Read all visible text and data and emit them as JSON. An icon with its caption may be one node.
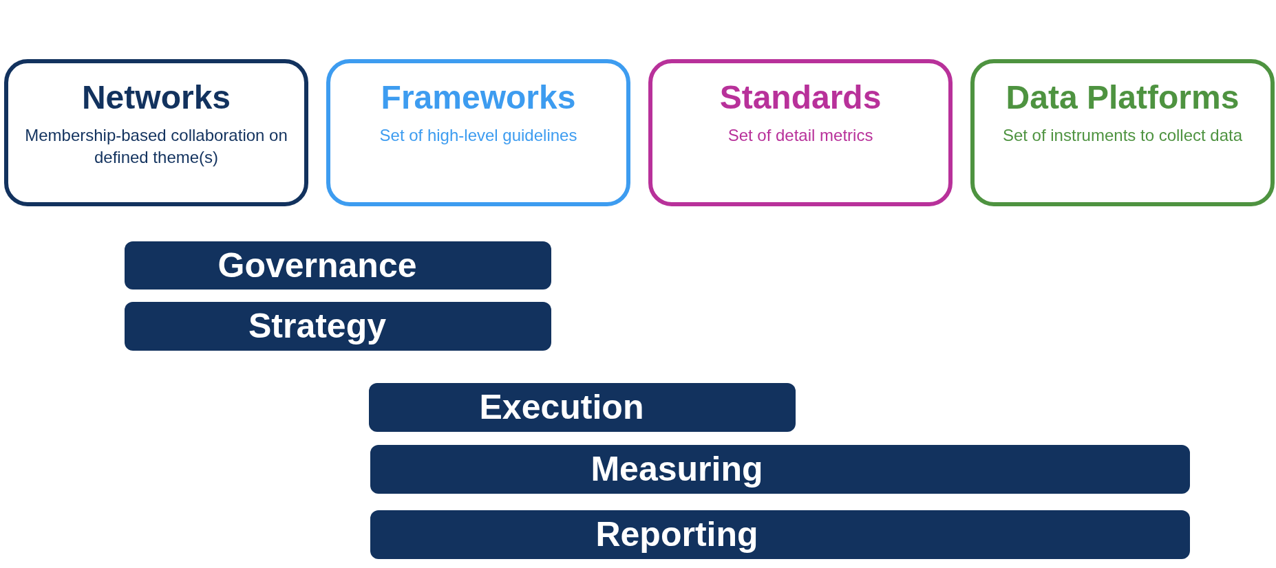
{
  "diagram": {
    "nodes": [
      {
        "text": [
          "Networks",
          "Membership-based collaboration on defined theme(s)"
        ]
      },
      {
        "text": [
          "Frameworks",
          "Set of high-level guidelines"
        ]
      },
      {
        "text": [
          "Standards",
          "Set of detail metrics"
        ]
      },
      {
        "text": [
          "Data Platforms",
          "Set of instruments to collect data"
        ]
      },
      {
        "text": [
          "Governance"
        ]
      },
      {
        "text": [
          "Strategy"
        ]
      },
      {
        "text": [
          "Execution"
        ]
      },
      {
        "text": [
          "Measuring"
        ]
      },
      {
        "text": [
          "Reporting"
        ]
      }
    ]
  }
}
